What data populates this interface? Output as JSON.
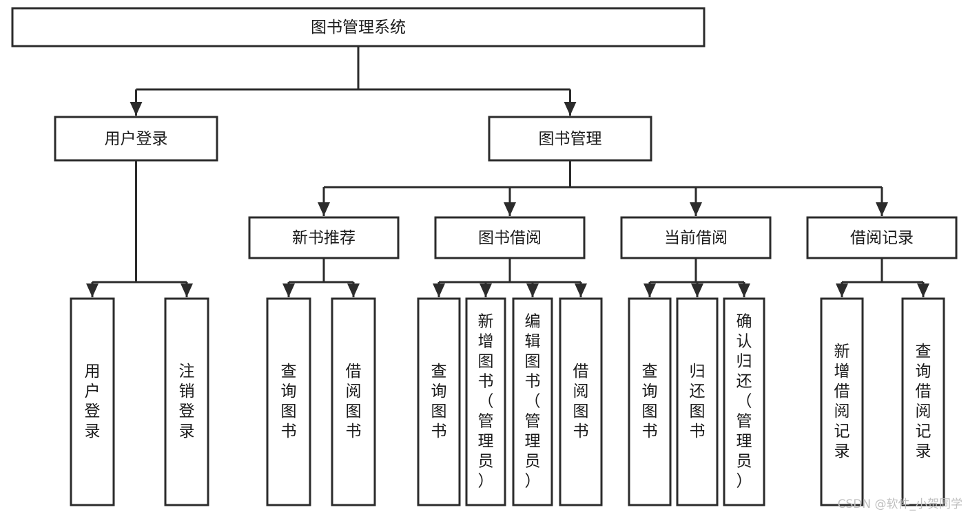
{
  "diagram": {
    "title": "图书管理系统",
    "watermark": "CSDN @软件_小贺同学",
    "colors": {
      "box_stroke": "#2b2b2b",
      "box_fill": "#ffffff",
      "text": "#1b1b1b",
      "background": "#ffffff",
      "watermark": "#bfbfbf"
    },
    "root": {
      "label": "图书管理系统"
    },
    "level2": [
      {
        "label": "用户登录"
      },
      {
        "label": "图书管理"
      }
    ],
    "level3": [
      {
        "label": "新书推荐"
      },
      {
        "label": "图书借阅"
      },
      {
        "label": "当前借阅"
      },
      {
        "label": "借阅记录"
      }
    ],
    "leaves": {
      "user_login": [
        {
          "label": "用户登录"
        },
        {
          "label": "注销登录"
        }
      ],
      "new_book": [
        {
          "label": "查询图书"
        },
        {
          "label": "借阅图书"
        }
      ],
      "book_borrow": [
        {
          "label": "查询图书"
        },
        {
          "label": "新增图书（管理员）"
        },
        {
          "label": "编辑图书（管理员）"
        },
        {
          "label": "借阅图书"
        }
      ],
      "current_borrow": [
        {
          "label": "查询图书"
        },
        {
          "label": "归还图书"
        },
        {
          "label": "确认归还（管理员）"
        }
      ],
      "borrow_record": [
        {
          "label": "新增借阅记录"
        },
        {
          "label": "查询借阅记录"
        }
      ]
    }
  }
}
